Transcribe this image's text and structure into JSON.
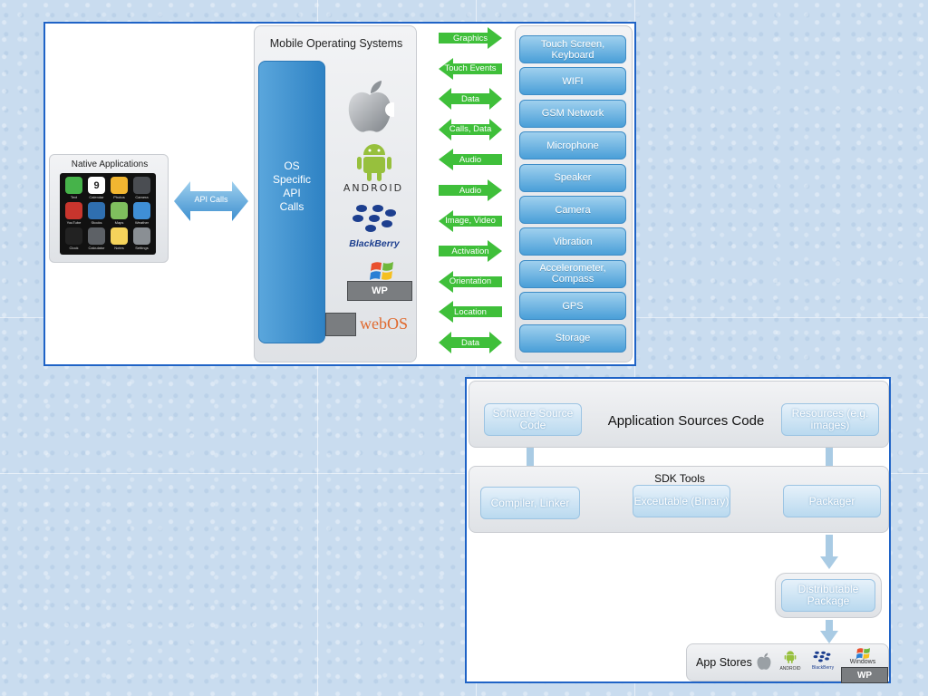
{
  "top_diagram": {
    "native_apps": {
      "title": "Native Applications",
      "icons": [
        "Text",
        "Calendar",
        "Photos",
        "Camera",
        "YouTube",
        "Stocks",
        "Maps",
        "Weather",
        "Clock",
        "Calculator",
        "Notes",
        "Settings"
      ],
      "calendar_day": "9"
    },
    "api_calls_label": "API Calls",
    "os_panel_title": "Mobile Operating Systems",
    "os_column_label": "OS\nSpecific\nAPI\nCalls",
    "android_label": "ANDROID",
    "blackberry_label": "BlackBerry",
    "wp_label": "WP",
    "webos_label": "webOS",
    "arrows": [
      {
        "label": "Graphics",
        "dir": "right"
      },
      {
        "label": "Touch Events",
        "dir": "left"
      },
      {
        "label": "Data",
        "dir": "both"
      },
      {
        "label": "Calls, Data",
        "dir": "both"
      },
      {
        "label": "Audio",
        "dir": "left"
      },
      {
        "label": "Audio",
        "dir": "right"
      },
      {
        "label": "Image, Video",
        "dir": "left"
      },
      {
        "label": "Activation",
        "dir": "right"
      },
      {
        "label": "Orientation",
        "dir": "left"
      },
      {
        "label": "Location",
        "dir": "left"
      },
      {
        "label": "Data",
        "dir": "both"
      }
    ],
    "hardware": [
      "Touch Screen, Keyboard",
      "WIFI",
      "GSM Network",
      "Microphone",
      "Speaker",
      "Camera",
      "Vibration",
      "Accelerometer, Compass",
      "GPS",
      "Storage"
    ]
  },
  "bottom_diagram": {
    "app_sources_title": "Application Sources Code",
    "software_source": "Software Source Code",
    "resources": "Resources (e.g. images)",
    "sdk_title": "SDK Tools",
    "compiler": "Compiler, Linker",
    "executable": "Exceutable (Binary)",
    "packager": "Packager",
    "distributable": "Distributable Package",
    "app_stores": "App Stores",
    "store_android": "ANDROID",
    "store_blackberry": "BlackBerry",
    "store_windows": "Windows",
    "store_wp": "WP"
  },
  "colors": {
    "frame_border": "#1f63c6",
    "arrow_green": "#3fbf3a",
    "pill_blue": "#4a9fd8",
    "os_column": "#3b8fd0"
  }
}
